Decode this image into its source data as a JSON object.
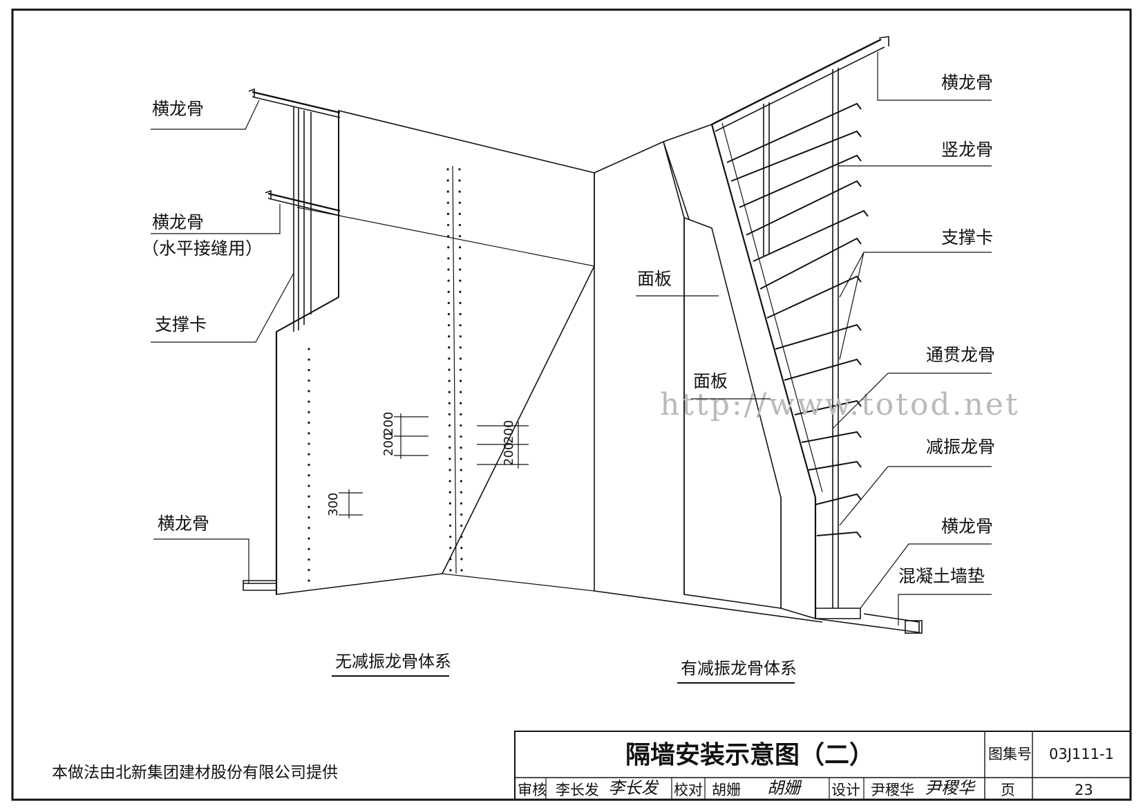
{
  "labels": {
    "left_top_runner": "横龙骨",
    "left_mid_runner": "横龙骨",
    "left_mid_runner_note": "（水平接缝用）",
    "left_brace_clip": "支撑卡",
    "left_bottom_runner": "横龙骨",
    "right_top_runner": "横龙骨",
    "right_stud": "竖龙骨",
    "right_brace_clip": "支撑卡",
    "right_through_channel": "通贯龙骨",
    "right_resilient_channel": "减振龙骨",
    "right_bottom_runner": "横龙骨",
    "right_concrete_base": "混凝土墙垫",
    "panel_1": "面板",
    "panel_2": "面板"
  },
  "dimensions": {
    "left_a": "200",
    "left_b": "200",
    "mid_a": "200",
    "mid_b": "200",
    "bottom": "300"
  },
  "captions": {
    "left_system": "无减振龙骨体系",
    "right_system": "有减振龙骨体系"
  },
  "watermark": "http://www.totod.net",
  "note": "本做法由北新集团建材股份有限公司提供",
  "title_block": {
    "title": "隔墙安装示意图（二）",
    "atlas_label": "图集号",
    "atlas_no": "03J111-1",
    "review_label": "审核",
    "reviewer": "李长发",
    "reviewer_sig": "李长发",
    "check_label": "校对",
    "checker": "胡姗",
    "checker_sig": "胡姗",
    "design_label": "设计",
    "designer": "尹稷华",
    "designer_sig": "尹稷华",
    "page_label": "页",
    "page_no": "23"
  }
}
